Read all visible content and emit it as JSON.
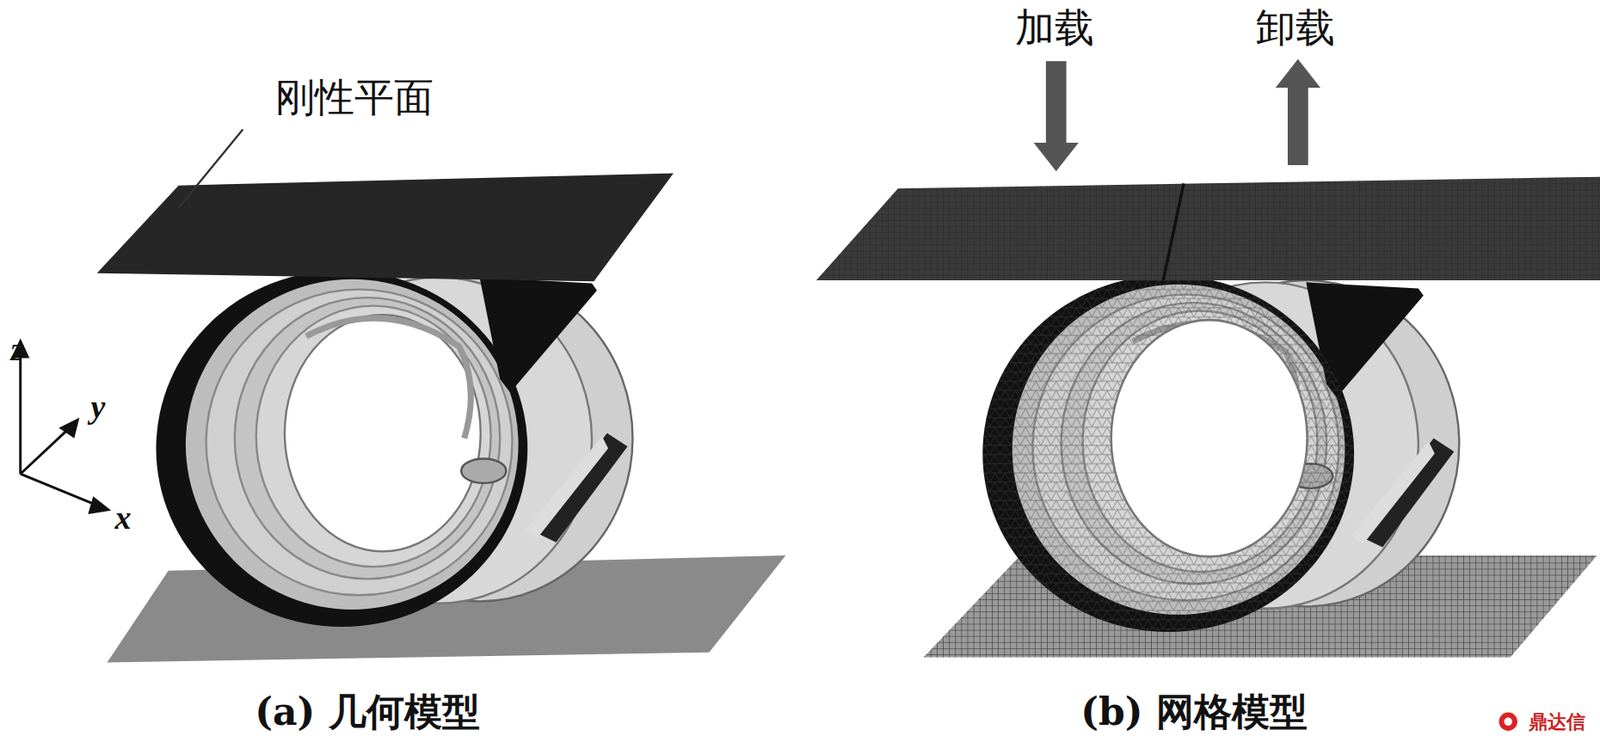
{
  "diagram": {
    "labels": [
      "刚性平面",
      "z",
      "y",
      "x",
      "加载",
      "卸载",
      "(a) 几何模型",
      "(b) 网格模型",
      "鼎达信"
    ]
  }
}
